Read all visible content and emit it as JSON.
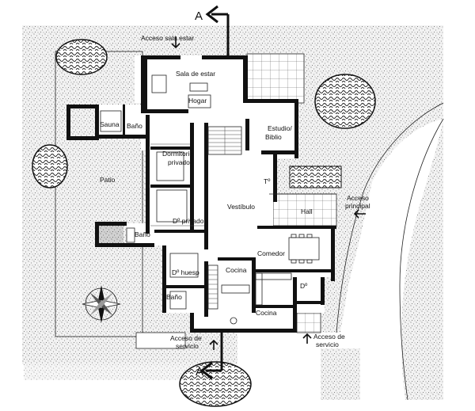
{
  "section_marks": {
    "top": "A",
    "bottom": "A"
  },
  "access": {
    "sala": "Acceso sala estar",
    "principal_1": "Acceso",
    "principal_2": "principal",
    "servicio_left_1": "Acceso de",
    "servicio_left_2": "servicio",
    "servicio_right_1": "Acceso de",
    "servicio_right_2": "servicio"
  },
  "rooms": {
    "sala_estar": "Sala de estar",
    "hogar": "Hogar",
    "sauna": "Sauna",
    "bano_top": "Baño",
    "estudio_1": "Estudio/",
    "estudio_2": "Biblio",
    "dormitorio_1": "Dormitorio",
    "dormitorio_2": "privado",
    "patio": "Patio",
    "t": "Tº",
    "vestibulo": "Vestíbulo",
    "hall": "Hall",
    "d_privado": "Dº privado",
    "bano_mid": "Baño",
    "comedor": "Comedor",
    "d_huesp": "Dº huesp",
    "cocina_1": "Cocina",
    "d_small": "Dº",
    "bano_low": "Baño",
    "cocina_2": "Cocina"
  },
  "icons": [
    "compass-rose-icon",
    "tree-icon",
    "section-arrow-icon",
    "access-arrow-icon"
  ]
}
